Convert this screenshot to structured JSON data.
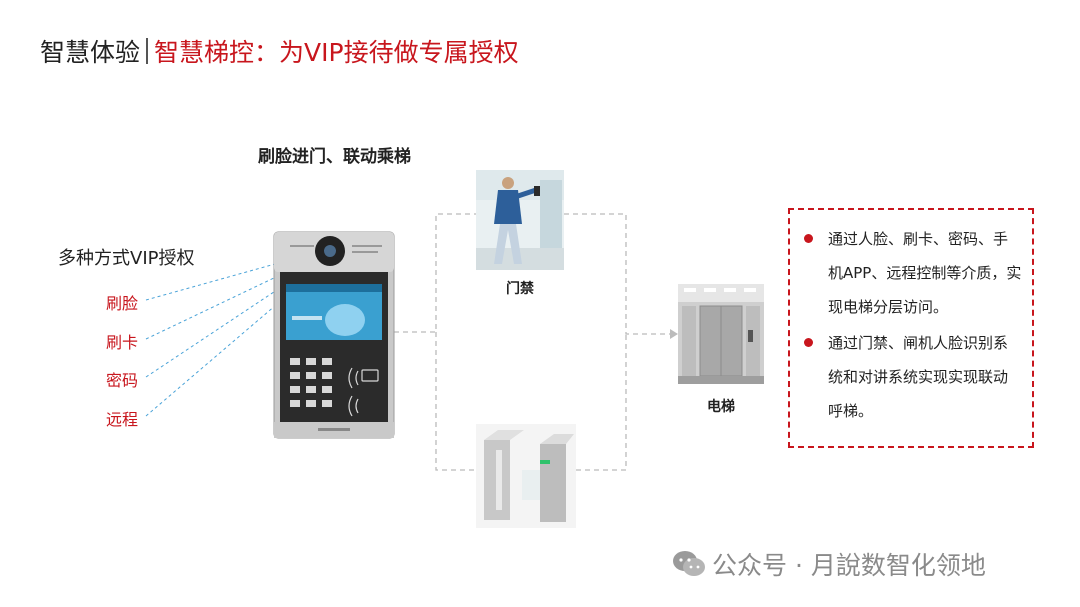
{
  "title": {
    "main": "智慧体验",
    "sub": "智慧梯控：为VIP接待做专属授权"
  },
  "scenario": "刷脸进门、联动乘梯",
  "vip_auth": {
    "heading": "多种方式VIP授权",
    "methods": [
      "刷脸",
      "刷卡",
      "密码",
      "远程"
    ]
  },
  "devices": {
    "door": "门禁",
    "elevator": "电梯"
  },
  "info": [
    "通过人脸、刷卡、密码、手机APP、远程控制等介质，实现电梯分层访问。",
    "通过门禁、闸机人脸识别系统和对讲系统实现实现联动呼梯。"
  ],
  "watermark": "公众号 · 月說数智化领地",
  "colors": {
    "accent": "#c8161d",
    "text": "#222222",
    "connector": "#bbbbbb"
  }
}
